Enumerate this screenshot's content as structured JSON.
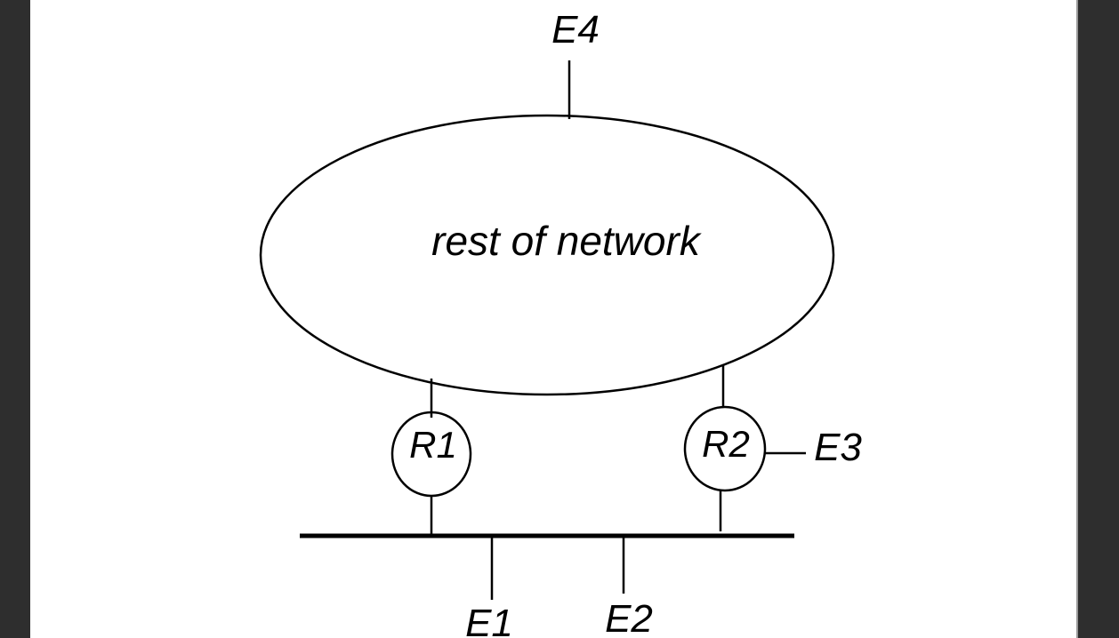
{
  "diagram": {
    "cloud_label": "rest of network",
    "routers": [
      {
        "id": "r1",
        "label": "R1"
      },
      {
        "id": "r2",
        "label": "R2"
      }
    ],
    "endpoints": [
      {
        "id": "e1",
        "label": "E1"
      },
      {
        "id": "e2",
        "label": "E2"
      },
      {
        "id": "e3",
        "label": "E3"
      },
      {
        "id": "e4",
        "label": "E4"
      }
    ],
    "colors": {
      "ink": "#000000",
      "paper": "#ffffff",
      "frame": "#2e2e2e"
    }
  }
}
